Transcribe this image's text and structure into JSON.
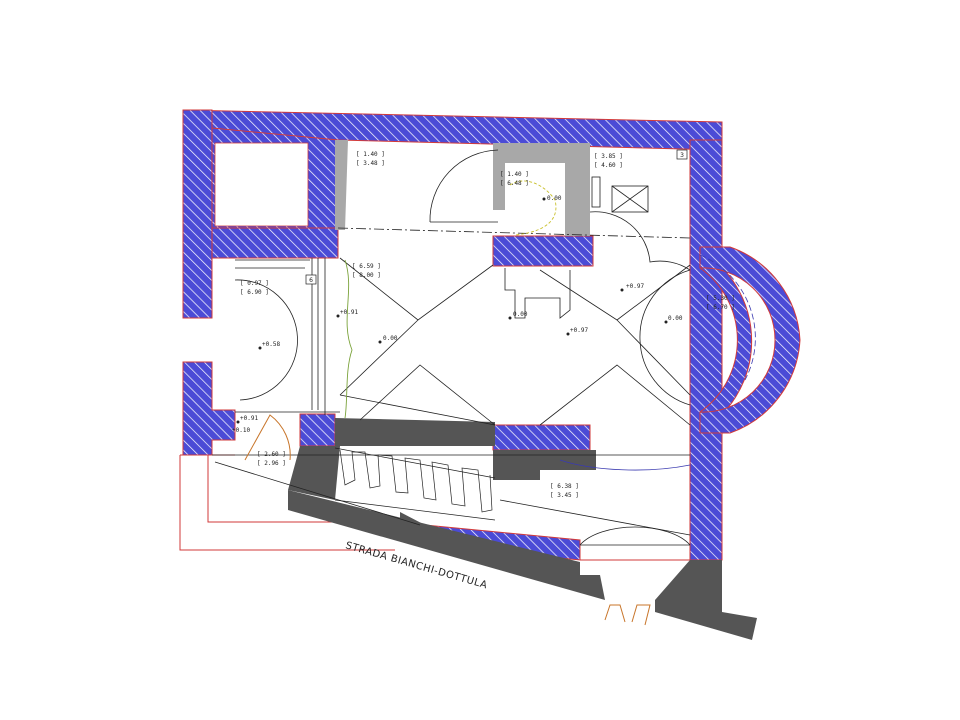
{
  "street_label": "STRADA BIANCHI-DOTTULA",
  "room_tags": [
    "3",
    "6"
  ],
  "room_dims": [
    {
      "a": "[ 1.40 ]",
      "b": "[ 3.48 ]"
    },
    {
      "a": "[ 1.40 ]",
      "b": "[ 6.48 ]"
    },
    {
      "a": "[ 3.85 ]",
      "b": "[ 4.60 ]"
    },
    {
      "a": "[ 6.59 ]",
      "b": "[ 8.00 ]"
    },
    {
      "a": "[ 0.97 ]",
      "b": "[ 6.90 ]"
    },
    {
      "a": "[ 5.30 ]",
      "b": "[ 6.70 ]"
    },
    {
      "a": "[ 2.60 ]",
      "b": "[ 2.96 ]"
    },
    {
      "a": "[ 6.38 ]",
      "b": "[ 3.45 ]"
    }
  ],
  "levels": [
    "0.00",
    "+0.97",
    "0.00",
    "+0.91",
    "0.00",
    "0.00",
    "+0.97",
    "+0.58",
    "+0.91",
    "+0.10"
  ],
  "colors": {
    "wall_hatch": "#4b4bd6",
    "wall_hatch_line": "#ffffff",
    "wall_outline": "#d23a3a",
    "solid_wall": "#555555",
    "light_fill": "#a8a8a8",
    "door_arc": "#c8752a",
    "line": "#222222",
    "blue_line": "#3a3ab0"
  }
}
